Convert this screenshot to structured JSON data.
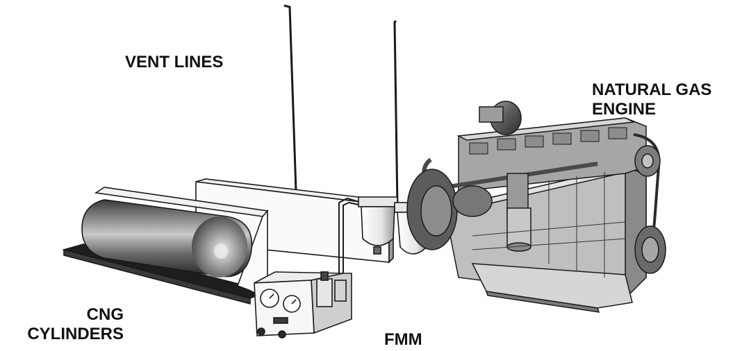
{
  "labels": {
    "vent_lines": "VENT LINES",
    "engine_line1": "NATURAL GAS",
    "engine_line2": "ENGINE",
    "cng_line1": "CNG",
    "cng_line2": "CYLINDERS",
    "fmm": "FMM"
  },
  "colors": {
    "line": "#1a1a1a",
    "tank_dark": "#2b2b2b",
    "tank_mid": "#777777",
    "tank_light": "#d9d9d9",
    "engine_dark": "#3a3a3a",
    "engine_mid": "#8a8a8a",
    "engine_light": "#cfcfcf",
    "panel": "#f3f3f3"
  }
}
